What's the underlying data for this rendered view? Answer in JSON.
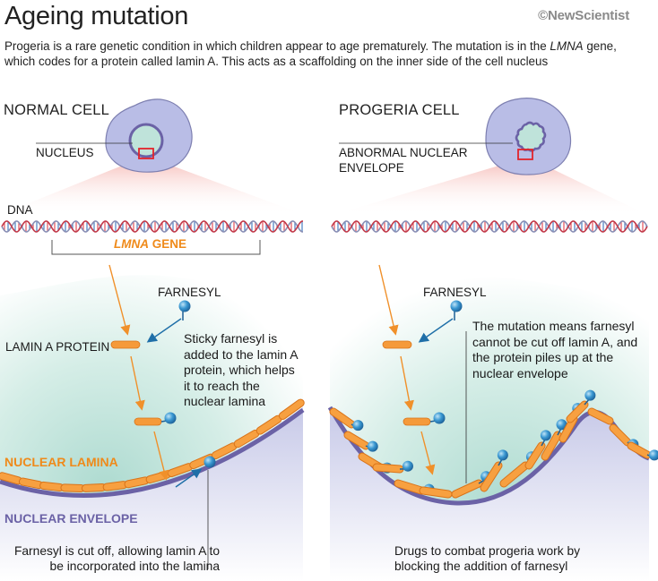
{
  "header": {
    "title": "Ageing mutation",
    "brand": "©NewScientist",
    "subtitle_pre": "Progeria is a rare genetic condition in which children appear to age prematurely. The mutation is in the ",
    "subtitle_em": "LMNA",
    "subtitle_post": " gene, which codes for a protein called lamin A. This acts as a scaffolding on the inner side of the cell nucleus"
  },
  "normal": {
    "heading": "NORMAL CELL",
    "nucleus_label": "NUCLEUS",
    "dna_label": "DNA",
    "gene_em": "LMNA",
    "gene_rest": " GENE",
    "farnesyl_label": "FARNESYL",
    "lamin_label": "LAMIN A PROTEIN",
    "sticky_text": "Sticky farnesyl is added to the lamin A protein, which helps it to reach the nuclear lamina",
    "lamina_label": "NUCLEAR LAMINA",
    "envelope_label": "NUCLEAR ENVELOPE",
    "cutoff_text": "Farnesyl is cut off, allowing lamin A to be incorporated into the lamina"
  },
  "progeria": {
    "heading": "PROGERIA CELL",
    "envelope_label": "ABNORMAL NUCLEAR ENVELOPE",
    "farnesyl_label": "FARNESYL",
    "mutation_text": "The mutation means farnesyl cannot be cut off lamin A, and the protein piles up at the nuclear envelope",
    "drugs_text": "Drugs to combat progeria work by blocking the addition of farnesyl"
  },
  "colors": {
    "orange": "#f0902a",
    "purple": "#6b62a6",
    "teal": "#bfe3da",
    "blue_ball": "#2f8ec8",
    "cell": "#b9bde6"
  }
}
